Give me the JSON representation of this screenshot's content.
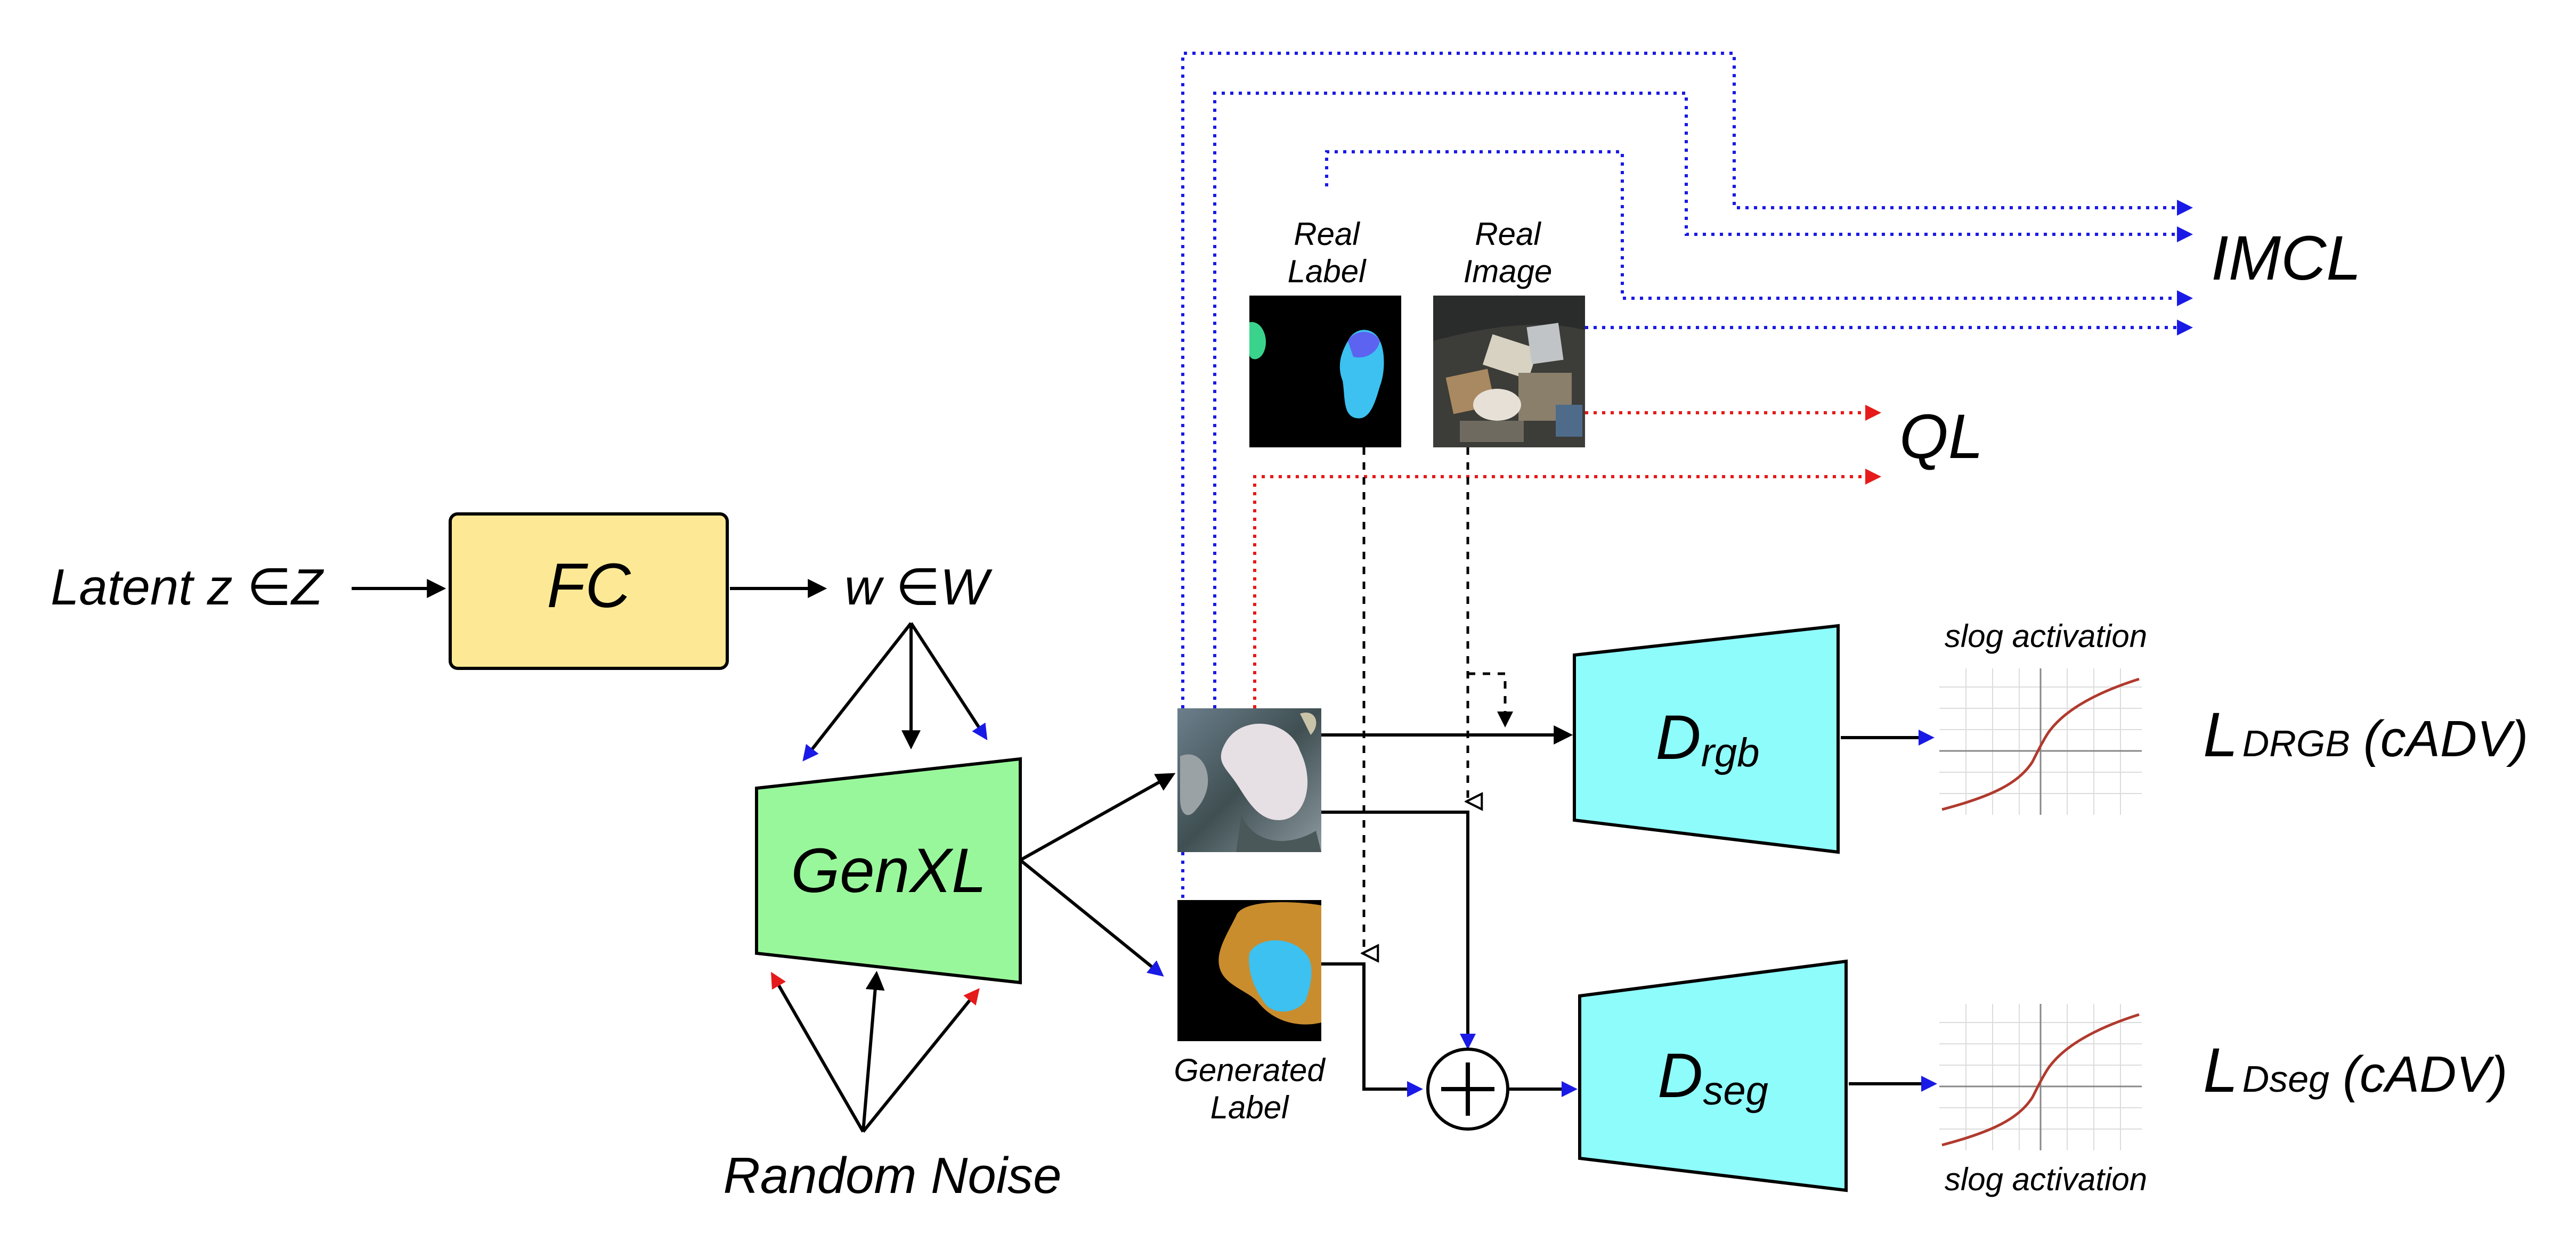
{
  "inputs": {
    "latent": "Latent z ∈Z",
    "fc": "FC",
    "w": "w ∈W",
    "random_noise": "Random Noise"
  },
  "generator": {
    "label": "GenXL"
  },
  "images": {
    "real_label_line1": "Real",
    "real_label_line2": "Label",
    "real_image_line1": "Real",
    "real_image_line2": "Image",
    "generated_label_line1": "Generated",
    "generated_label_line2": "Label"
  },
  "discriminators": {
    "rgb_main": "D",
    "rgb_sub": "rgb",
    "seg_main": "D",
    "seg_sub": "seg"
  },
  "activations": {
    "top": "slog activation",
    "bottom": "slog activation"
  },
  "losses": {
    "imcl": "IMCL",
    "ql": "QL",
    "rgb_L": "L",
    "rgb_sub": "DRGB",
    "rgb_tail": "(cADV)",
    "seg_L": "L",
    "seg_sub": "Dseg",
    "seg_tail": "(cADV)"
  },
  "colors": {
    "fc_fill": "#fde995",
    "gen_fill": "#99f79b",
    "disc_fill": "#8ffcfc",
    "blue_path": "#1a1ae6",
    "red_path": "#e61a1a",
    "curve": "#b03a2e"
  }
}
